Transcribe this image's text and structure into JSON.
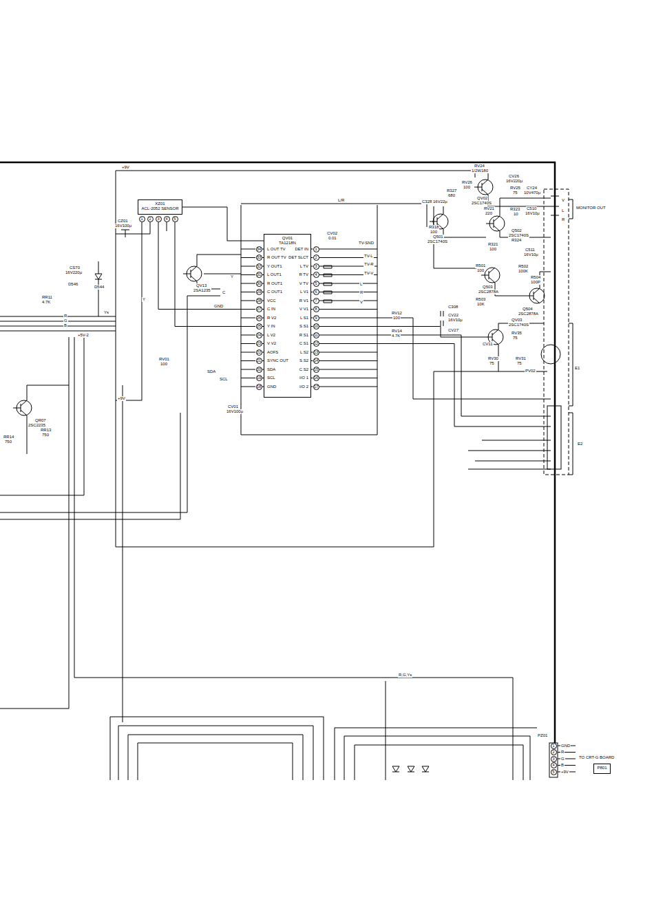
{
  "diagram": {
    "nodes": [
      {
        "text": [
          "QV01",
          "TA1218N"
        ]
      },
      {
        "text": [
          "XZ01",
          "ACL-2052 SENSOR"
        ]
      },
      {
        "text": [
          "P801"
        ]
      }
    ],
    "edges": [
      {
        "from": 1,
        "to": 0,
        "arrow": "none"
      }
    ],
    "labels": [
      "+9V",
      "RV24",
      "1/2W180",
      "RV26",
      "100",
      "CV26",
      "16V220μ",
      "QV02",
      "2SC1740S",
      "RV25",
      "75",
      "CY24",
      "10V470μ",
      "R327",
      "680",
      "C328 16V22μ",
      "RV21",
      "220",
      "R323",
      "10",
      "C510",
      "16V10μ",
      "R318",
      "100",
      "Q501",
      "2SC1740S",
      "Q502",
      "2SC1740S",
      "R324",
      "R321",
      "100",
      "C511",
      "16V10μ",
      "MONITOR OUT",
      "V",
      "L",
      "R",
      "R501",
      "100",
      "R502",
      "100K",
      "Q503",
      "2SC2878A",
      "R504",
      "100P",
      "R503",
      "10K",
      "Q504",
      "2SC2878A",
      "C308",
      "CV22",
      "16V10μ",
      "CV27",
      "QV03",
      "2SC1740S",
      "RV35",
      "75",
      "CV11",
      "RV30",
      "75",
      "RV31",
      "75",
      "PV02",
      "E1",
      "E2",
      "RV12",
      "100",
      "RV14",
      "4.7K",
      "QV13",
      "2SA1235",
      "CZ01",
      "16V100μ",
      "CS70",
      "16V220μ",
      "D546",
      "D544",
      "RR11",
      "4.7K",
      "QR07",
      "2SC2235",
      "RR13",
      "750",
      "RR14",
      "750",
      "Y",
      "Y",
      "C",
      "GND",
      "SDA",
      "SCL",
      "L/R",
      "TV-SND",
      "TV-L",
      "TV-R",
      "TV-V",
      "L",
      "R",
      "V",
      "R,G,Ys",
      "Ys",
      "R",
      "G",
      "B",
      "+5V-2",
      "+9V",
      "CV01",
      "16V100μ",
      "RV01",
      "100",
      "CV02",
      "0.01",
      "PZ01",
      "L OUT TV",
      "R OUT TV",
      "Y OUT1",
      "L OUT1",
      "R OUT1",
      "C OUT1",
      "VCC",
      "C IN",
      "R V2",
      "Y IN",
      "L V2",
      "V V2",
      "AOFS",
      "SYNC OUT",
      "SDA",
      "SCL",
      "GND",
      "34",
      "33",
      "32",
      "31",
      "30",
      "29",
      "28",
      "27",
      "26",
      "25",
      "24",
      "23",
      "22",
      "21",
      "20",
      "19",
      "18",
      "DET IN",
      "DET SLCT",
      "L TV",
      "R TV",
      "V TV",
      "L V1",
      "R V1",
      "V V1",
      "L S1",
      "S S1",
      "R S1",
      "C S1",
      "L S2",
      "S S2",
      "C S2",
      "I/O 1",
      "I/O 2",
      "1",
      "2",
      "3",
      "4",
      "5",
      "6",
      "7",
      "8",
      "9",
      "10",
      "11",
      "12",
      "13",
      "14",
      "15",
      "16",
      "17",
      "1",
      "2",
      "3",
      "4",
      "5",
      "GND",
      "R",
      "G",
      "B",
      "+9V",
      "TO CRT-G BOARD",
      "1",
      "2",
      "3",
      "4",
      "5"
    ]
  }
}
